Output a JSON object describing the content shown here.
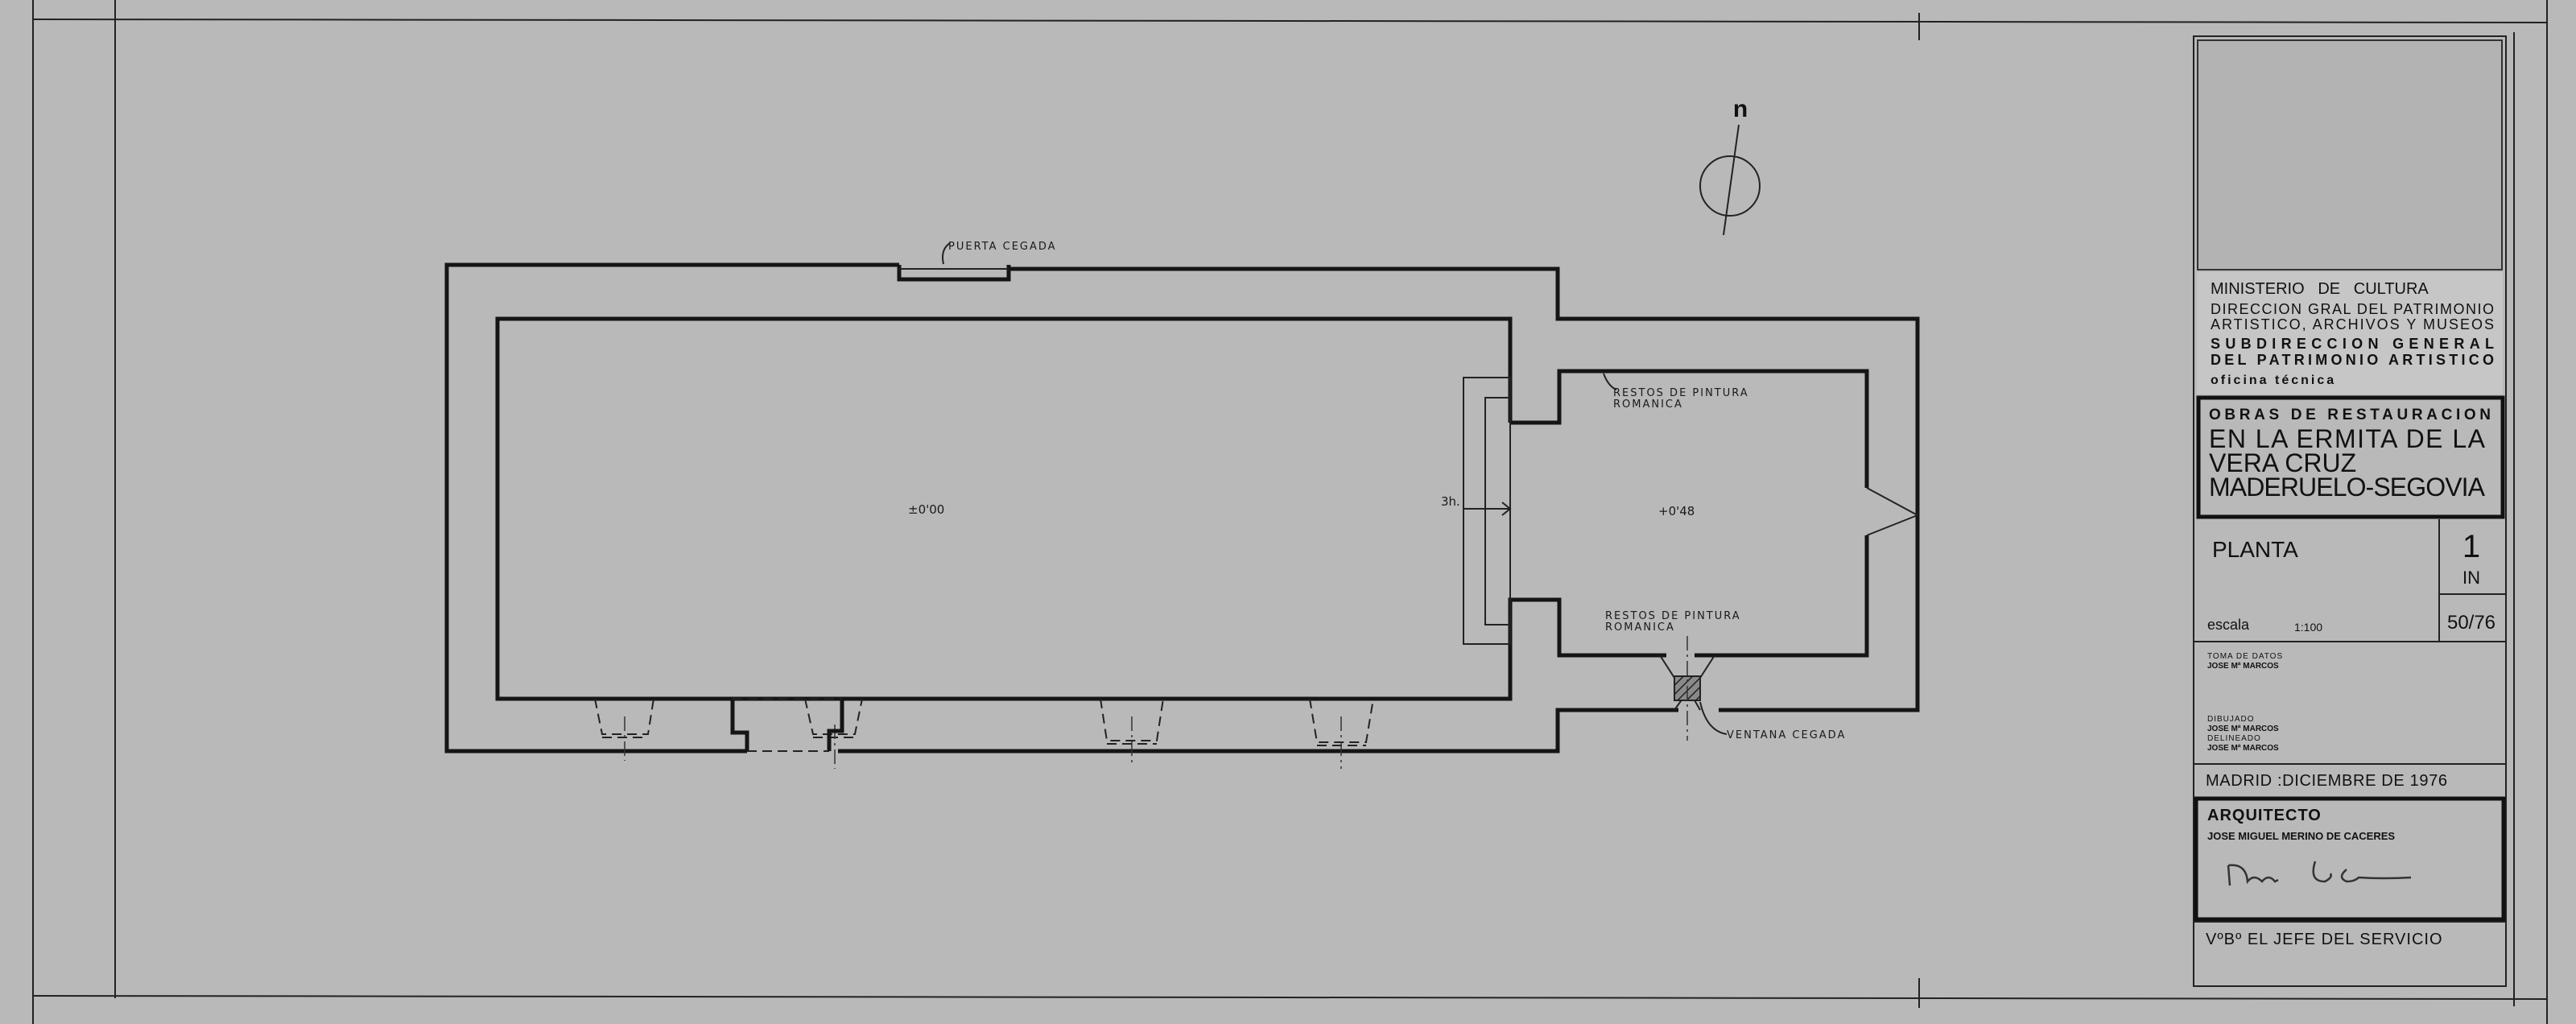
{
  "plan": {
    "north_label": "n",
    "labels": {
      "blocked_door": "PUERTA CEGADA",
      "level_nave": "±0'00",
      "level_apse": "+0'48",
      "arch_mark": "3h.",
      "paint_remains_1_l1": "RESTOS DE PINTURA",
      "paint_remains_1_l2": "ROMANICA",
      "paint_remains_2_l1": "RESTOS DE PINTURA",
      "paint_remains_2_l2": "ROMANICA",
      "blocked_window": "VENTANA CEGADA"
    }
  },
  "title_block": {
    "ministry": "MINISTERIO   DE   CULTURA",
    "direction_l1": "DIRECCION GRAL DEL PATRIMONIO",
    "direction_l2": "ARTISTICO, ARCHIVOS Y MUSEOS",
    "subdirection_l1": "SUBDIRECCION  GENERAL",
    "subdirection_l2": "DEL PATRIMONIO ARTISTICO",
    "office": "oficina técnica",
    "works_heading": "OBRAS DE RESTAURACION",
    "project_l1": "EN LA ERMITA DE LA",
    "project_l2": "VERA CRUZ",
    "project_l3": "MADERUELO-SEGOVIA",
    "drawing_title": "PLANTA",
    "sheet_number": "1",
    "sheet_series": "IN",
    "file_ref": "50/76",
    "scale_label": "escala",
    "scale_value": "1:100",
    "data_taken_label": "TOMA DE DATOS",
    "data_taken_by": "JOSE Mª MARCOS",
    "drawn_label": "DIBUJADO",
    "drawn_by": "JOSE Mª MARCOS",
    "traced_label": "DELINEADO",
    "traced_by": "JOSE Mª MARCOS",
    "place_date": "MADRID :DICIEMBRE DE 1976",
    "architect_label": "ARQUITECTO",
    "architect_name": "JOSE MIGUEL MERINO DE CACERES",
    "signature": "Merino de Cáceres",
    "approval": "VºBº EL JEFE DEL SERVICIO"
  }
}
